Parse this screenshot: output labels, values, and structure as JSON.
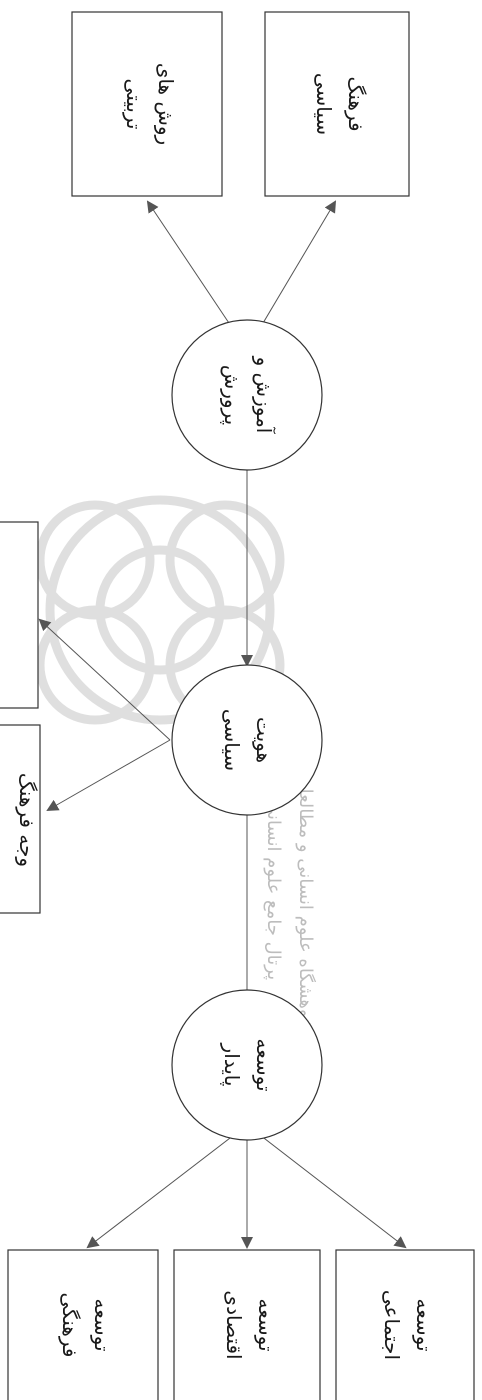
{
  "watermark": {
    "line1": "پژوهشگاه علوم انسانی و مطالعات فرهنگی",
    "line2": "پرتال جامع علوم انسانی"
  },
  "nodes": {
    "amoozesh": {
      "line1": "آموزش و",
      "line2": "پرورش"
    },
    "hoviat": {
      "line1": "هویت",
      "line2": "سیاسی"
    },
    "tosee": {
      "line1": "توسعه",
      "line2": "پایدار"
    }
  },
  "boxes": {
    "farhang_siasi": {
      "line1": "فرهنگ",
      "line2": "سیاسی"
    },
    "ravesh": {
      "line1": "روش های",
      "line2": "تربیتی"
    },
    "left_top": {
      "line1": "",
      "line2": ""
    },
    "left_bottom": {
      "line1": "وجه فرهنگ",
      "line2": ""
    },
    "tosee_ejtemai": {
      "line1": "توسعه",
      "line2": "اجتماعی"
    },
    "tosee_eghtesadi": {
      "line1": "توسعه",
      "line2": "اقتصادی"
    },
    "tosee_farhangi": {
      "line1": "توسعه",
      "line2": "فرهنگی"
    }
  },
  "colors": {
    "stroke": "#333333",
    "arrow": "#555555",
    "watermark": "#cfcfcf"
  }
}
